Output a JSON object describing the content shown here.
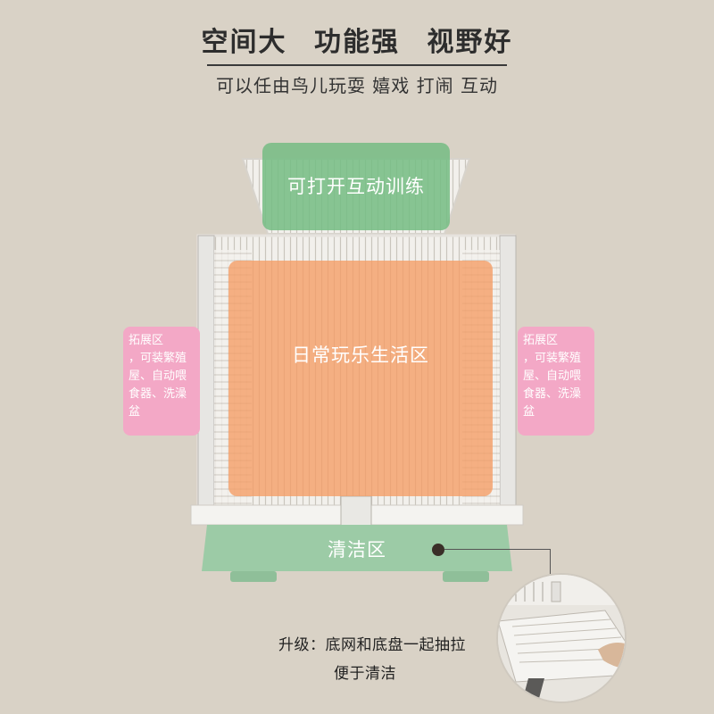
{
  "header": {
    "headline": "空间大   功能强   视野好",
    "subline": "可以任由鸟儿玩耍 嬉戏 打闹 互动"
  },
  "labels": {
    "top": "可打开互动训练",
    "middle": "日常玩乐生活区",
    "left": "拓展区\n，可装繁殖\n屋、自动喂\n食器、洗澡\n盆",
    "right": "拓展区\n，可装繁殖\n屋、自动喂\n食器、洗澡\n盆",
    "bottom": "清洁区"
  },
  "note": {
    "line1": "升级：底网和底盘一起抽拉",
    "line2": "便于清洁"
  },
  "colors": {
    "background": "#d9d2c6",
    "label_green": "#74bc82",
    "label_orange": "#f59c64",
    "label_pink": "#f3a8c6",
    "tray_green": "#9ccba6"
  }
}
